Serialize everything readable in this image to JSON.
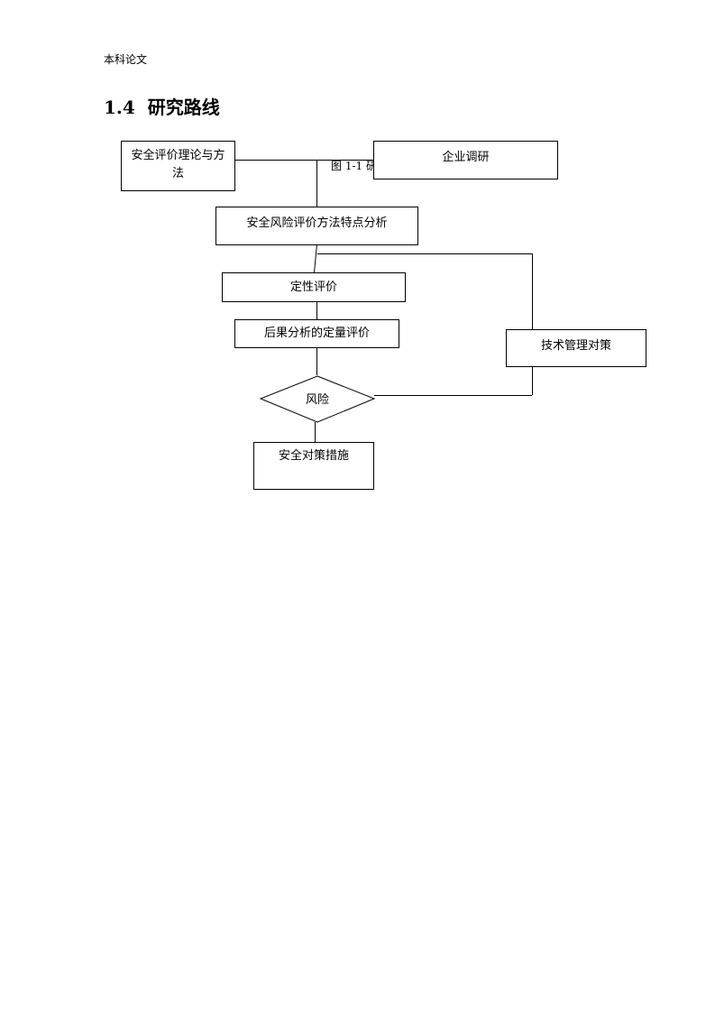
{
  "header": {
    "running_title": "本科论文"
  },
  "section": {
    "number": "1.4",
    "title": "研究路线"
  },
  "figure": {
    "caption_partial": "图 1-1  研",
    "nodes": {
      "theory": "安全评价理论与方法",
      "survey": "企业调研",
      "analysis": "安全风险评价方法特点分析",
      "qualitative": "定性评价",
      "quantitative": "后果分析的定量评价",
      "risk": "风险",
      "measures": "安全对策措施",
      "tech_mgmt": "技术管理对策"
    }
  }
}
